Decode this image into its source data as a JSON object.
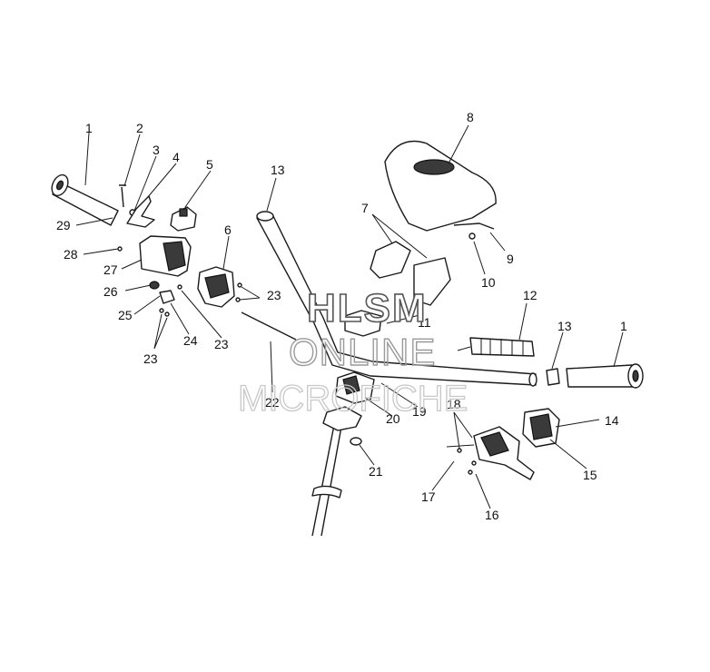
{
  "callouts": [
    {
      "id": "c1a",
      "text": "1"
    },
    {
      "id": "c2",
      "text": "2"
    },
    {
      "id": "c3",
      "text": "3"
    },
    {
      "id": "c4",
      "text": "4"
    },
    {
      "id": "c5",
      "text": "5"
    },
    {
      "id": "c6",
      "text": "6"
    },
    {
      "id": "c7",
      "text": "7"
    },
    {
      "id": "c8",
      "text": "8"
    },
    {
      "id": "c9",
      "text": "9"
    },
    {
      "id": "c10",
      "text": "10"
    },
    {
      "id": "c11",
      "text": "11"
    },
    {
      "id": "c12",
      "text": "12"
    },
    {
      "id": "c13a",
      "text": "13"
    },
    {
      "id": "c13b",
      "text": "13"
    },
    {
      "id": "c1b",
      "text": "1"
    },
    {
      "id": "c14",
      "text": "14"
    },
    {
      "id": "c15",
      "text": "15"
    },
    {
      "id": "c16",
      "text": "16"
    },
    {
      "id": "c17",
      "text": "17"
    },
    {
      "id": "c18",
      "text": "18"
    },
    {
      "id": "c19",
      "text": "19"
    },
    {
      "id": "c20",
      "text": "20"
    },
    {
      "id": "c21",
      "text": "21"
    },
    {
      "id": "c22",
      "text": "22"
    },
    {
      "id": "c23a",
      "text": "23"
    },
    {
      "id": "c23b",
      "text": "23"
    },
    {
      "id": "c23c",
      "text": "23"
    },
    {
      "id": "c24",
      "text": "24"
    },
    {
      "id": "c25",
      "text": "25"
    },
    {
      "id": "c26",
      "text": "26"
    },
    {
      "id": "c27",
      "text": "27"
    },
    {
      "id": "c28",
      "text": "28"
    },
    {
      "id": "c29",
      "text": "29"
    }
  ],
  "watermark": {
    "line1": "HLSM",
    "line2": "ONLINE",
    "line3": "MICROFICHE"
  }
}
